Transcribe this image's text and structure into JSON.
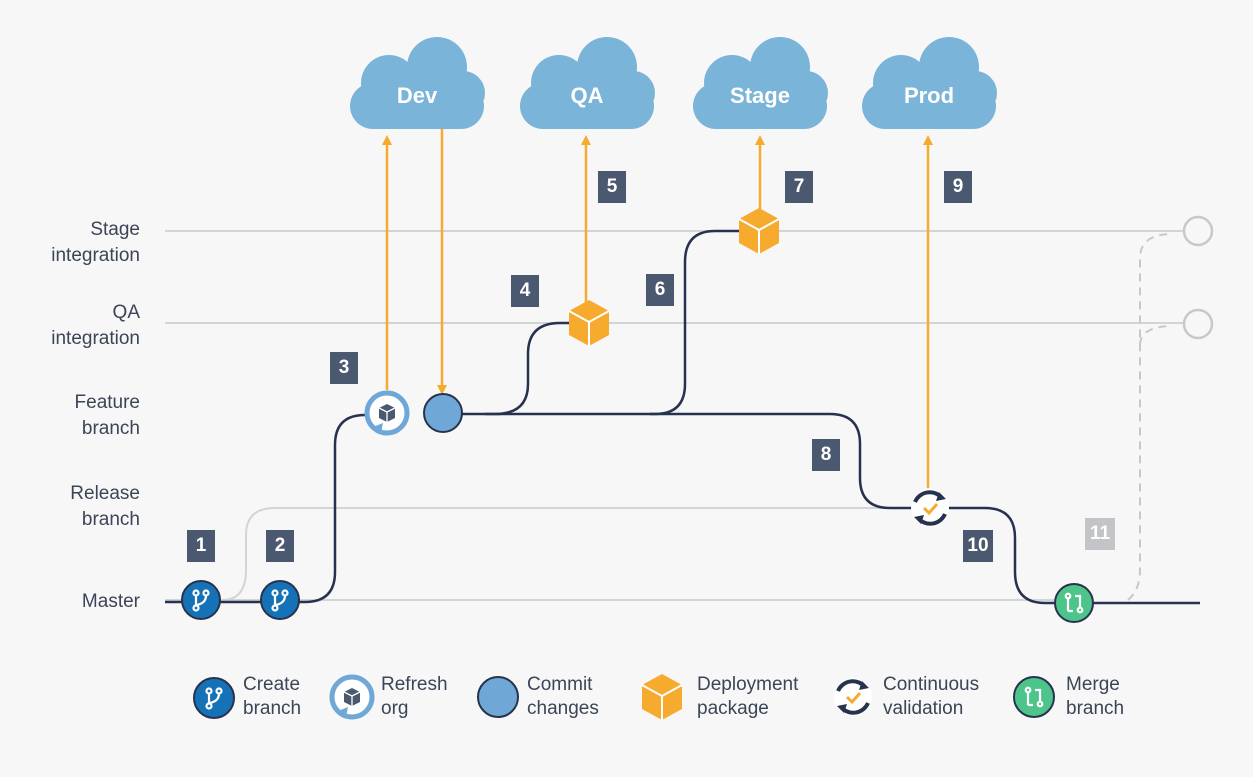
{
  "environments": [
    "Dev",
    "QA",
    "Stage",
    "Prod"
  ],
  "lanes": {
    "stage_integration": "Stage\nintegration",
    "qa_integration": "QA\nintegration",
    "feature_branch": "Feature\nbranch",
    "release_branch": "Release\nbranch",
    "master": "Master"
  },
  "steps": [
    "1",
    "2",
    "3",
    "4",
    "5",
    "6",
    "7",
    "8",
    "9",
    "10",
    "11"
  ],
  "legend": {
    "create_branch": "Create\nbranch",
    "refresh_org": "Refresh\norg",
    "commit_changes": "Commit\nchanges",
    "deployment_package": "Deployment\npackage",
    "continuous_validation": "Continuous\nvalidation",
    "merge_branch": "Merge\nbranch"
  },
  "colors": {
    "cloud": "#7ab4d8",
    "arrow": "#f6ab2e",
    "branch_line": "#27324e",
    "lane_line": "#d2d4d7",
    "create_icon": "#1572b6",
    "commit_icon": "#6fa8d6",
    "package_icon": "#f6ab2e",
    "validation_icon": "#27324e",
    "merge_icon": "#4cc48a",
    "step_badge": "#4a5870",
    "step_badge_muted": "#c2c4c7"
  }
}
